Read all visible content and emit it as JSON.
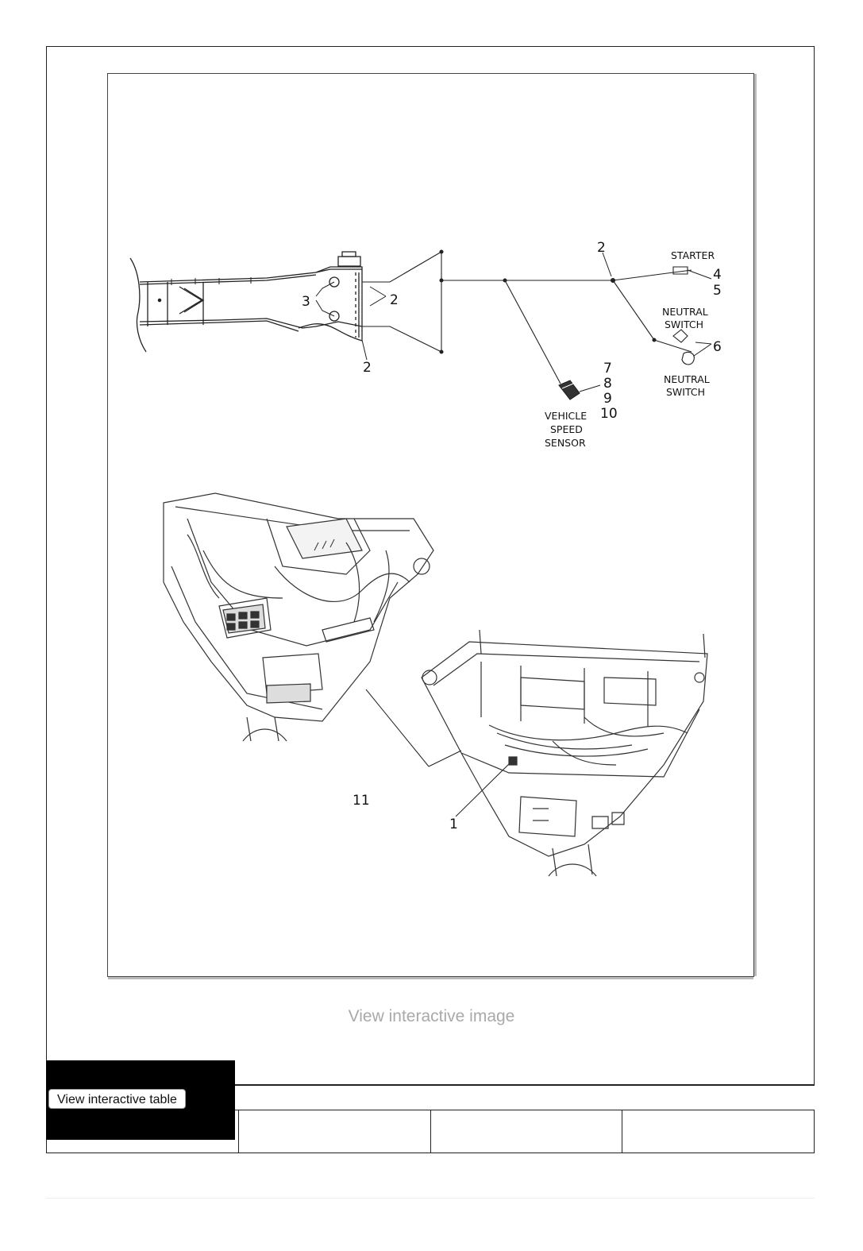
{
  "figure": {
    "callouts": {
      "c1": "1",
      "c2a": "2",
      "c2b": "2",
      "c2c": "2",
      "c3": "3",
      "c4": "4",
      "c5": "5",
      "c6": "6",
      "c7": "7",
      "c8": "8",
      "c9": "9",
      "c10": "10",
      "c11": "11"
    },
    "labels": {
      "starter": "STARTER",
      "neutral_switch_1_line1": "NEUTRAL",
      "neutral_switch_1_line2": "SWITCH",
      "neutral_switch_2_line1": "NEUTRAL",
      "neutral_switch_2_line2": "SWITCH",
      "vss_line1": "VEHICLE",
      "vss_line2": "SPEED",
      "vss_line3": "SENSOR"
    }
  },
  "view_image_link": "View interactive image",
  "table_button": "View interactive table",
  "colors": {
    "link_gray": "#a9a9a9",
    "frame": "#222222",
    "block": "#000000"
  }
}
